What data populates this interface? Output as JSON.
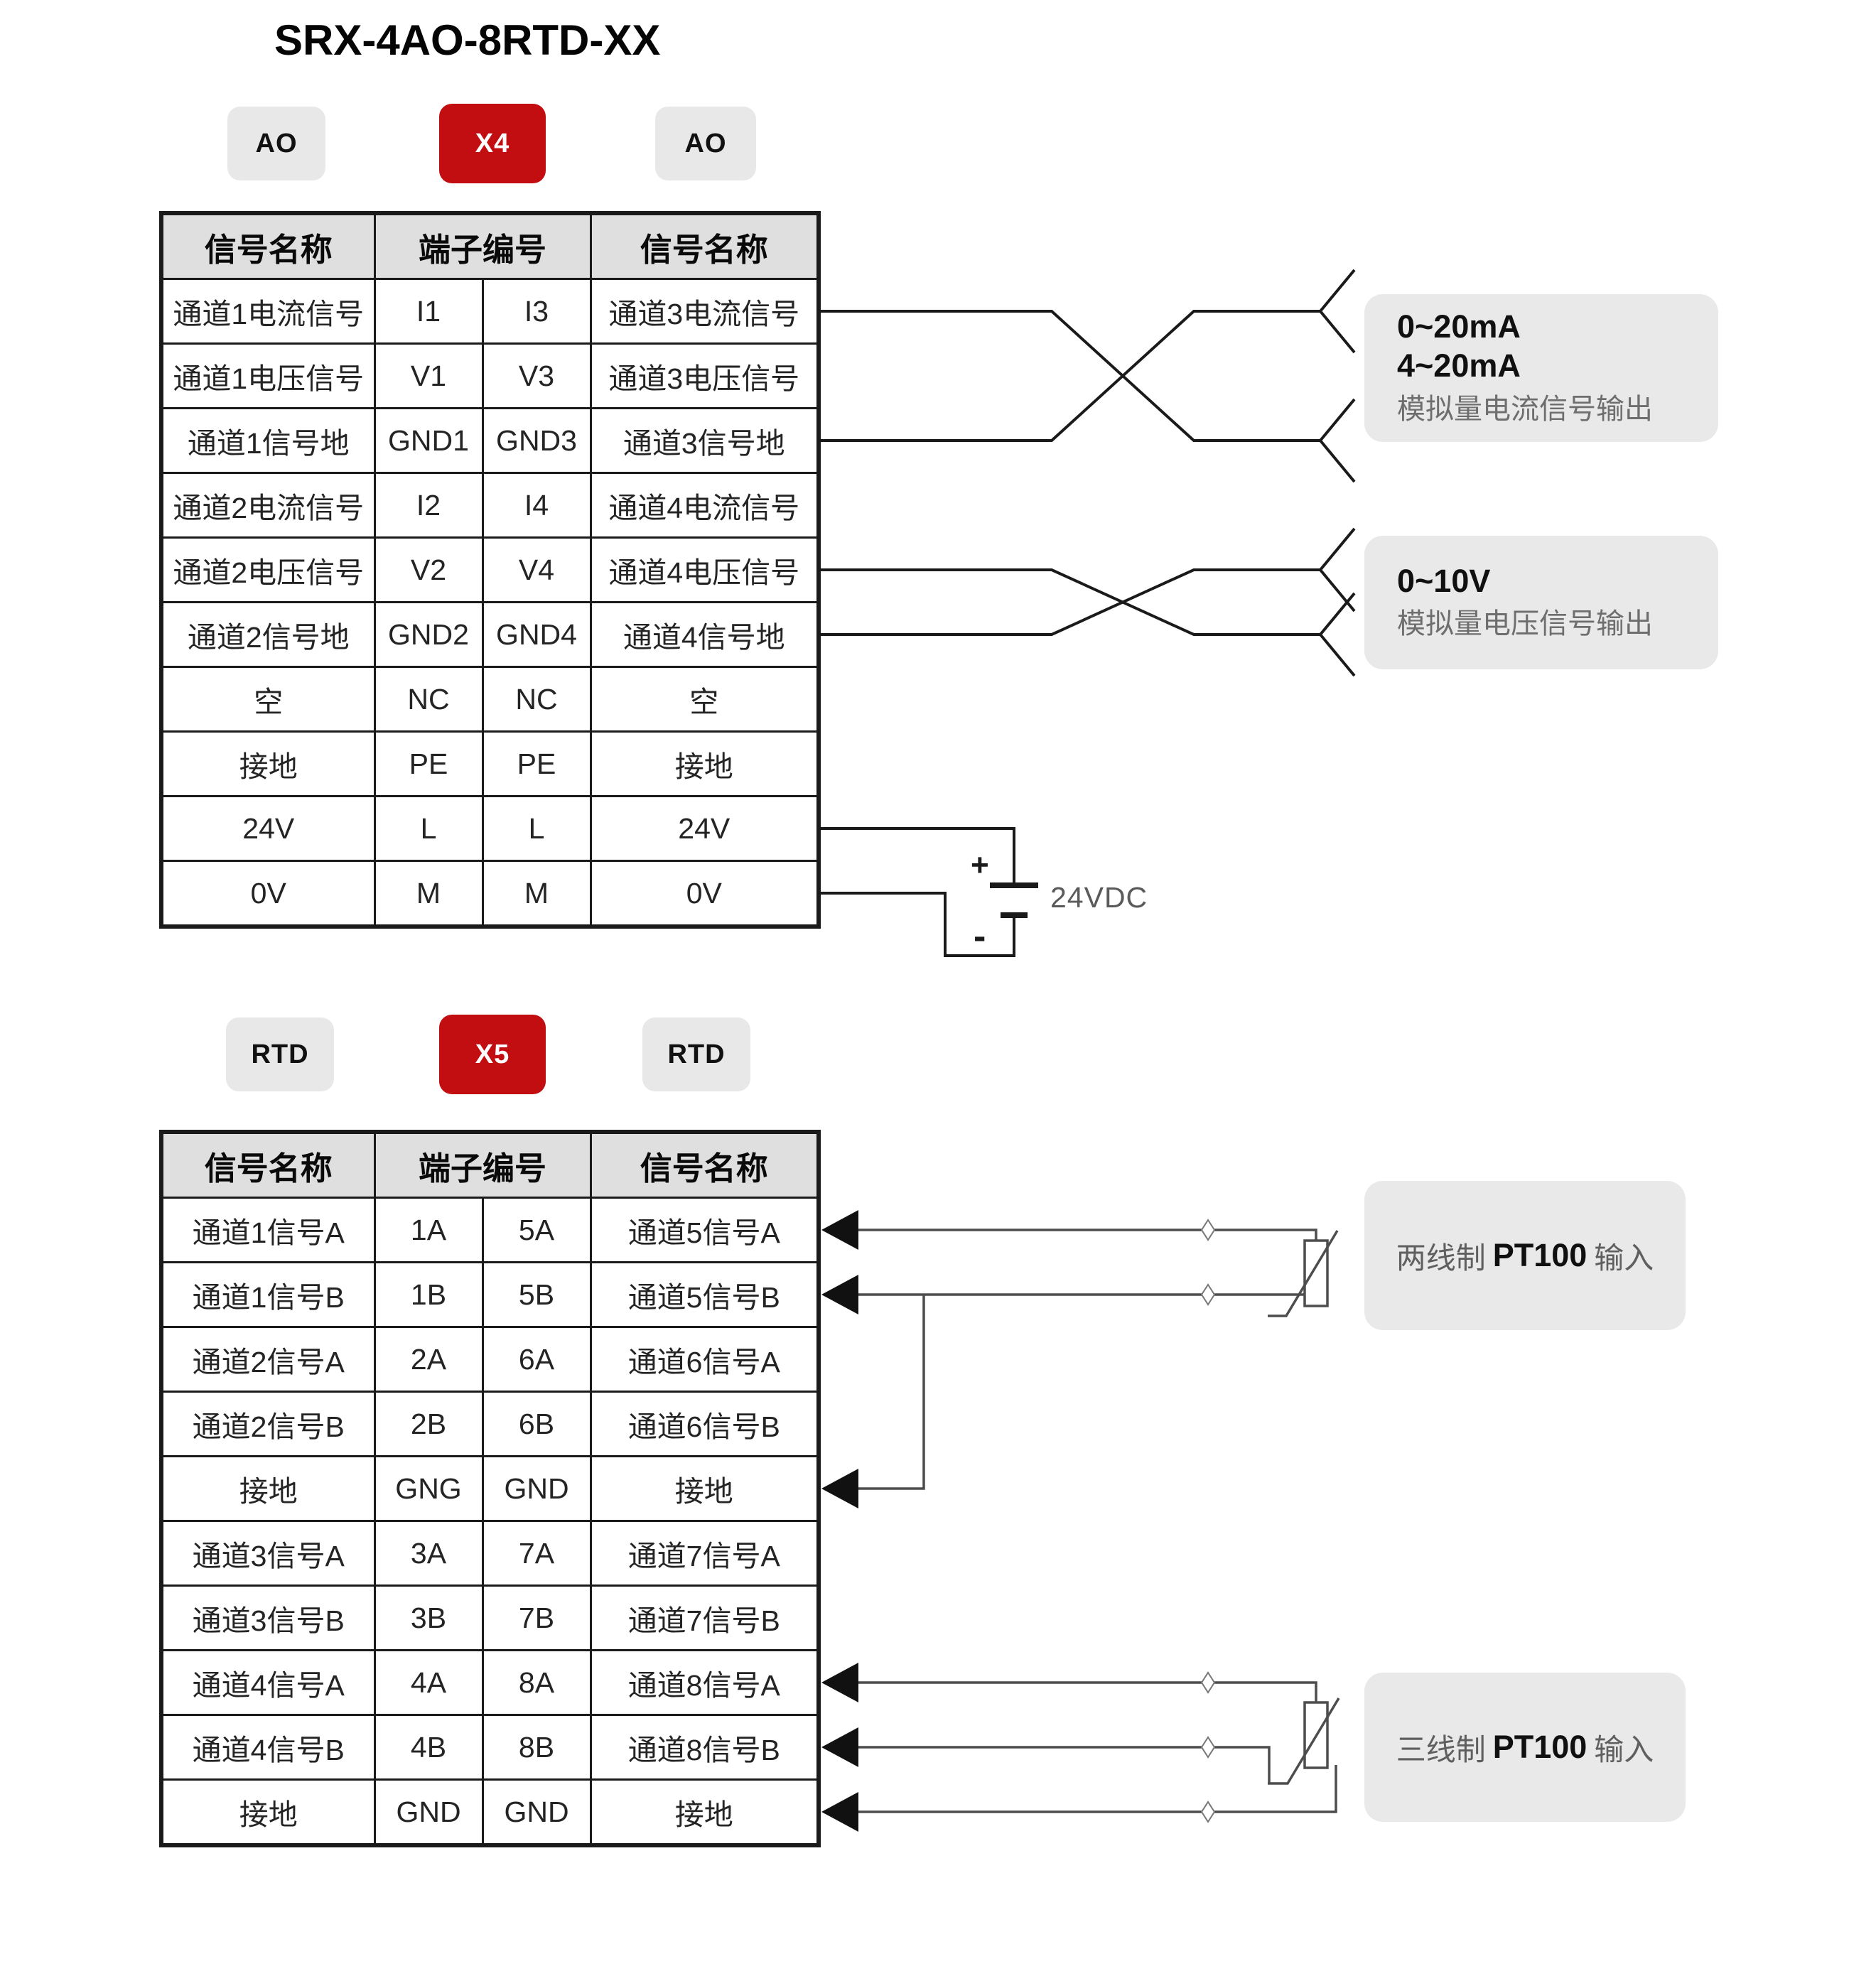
{
  "title": "SRX-4AO-8RTD-XX",
  "colors": {
    "accent_red": "#c20e10",
    "badge_gray": "#e8e8e8",
    "note_gray": "#e9e9e9",
    "table_header_gray": "#dfdfdf",
    "wire_black": "#1a1a1a",
    "wire_gray": "#4d4d4d"
  },
  "ao_section": {
    "badges": {
      "left": "AO",
      "center": "X4",
      "right": "AO"
    },
    "table": {
      "headers": [
        "信号名称",
        "端子编号",
        "信号名称"
      ],
      "rows": [
        [
          "通道1电流信号",
          "I1",
          "I3",
          "通道3电流信号"
        ],
        [
          "通道1电压信号",
          "V1",
          "V3",
          "通道3电压信号"
        ],
        [
          "通道1信号地",
          "GND1",
          "GND3",
          "通道3信号地"
        ],
        [
          "通道2电流信号",
          "I2",
          "I4",
          "通道4电流信号"
        ],
        [
          "通道2电压信号",
          "V2",
          "V4",
          "通道4电压信号"
        ],
        [
          "通道2信号地",
          "GND2",
          "GND4",
          "通道4信号地"
        ],
        [
          "空",
          "NC",
          "NC",
          "空"
        ],
        [
          "接地",
          "PE",
          "PE",
          "接地"
        ],
        [
          "24V",
          "L",
          "L",
          "24V"
        ],
        [
          "0V",
          "M",
          "M",
          "0V"
        ]
      ]
    },
    "notes": {
      "current_output": {
        "line1": "0~20mA",
        "line2": "4~20mA",
        "desc": "模拟量电流信号输出"
      },
      "voltage_output": {
        "line1": "0~10V",
        "desc": "模拟量电压信号输出"
      }
    },
    "battery": {
      "plus": "+",
      "minus": "-",
      "label": "24VDC"
    }
  },
  "rtd_section": {
    "badges": {
      "left": "RTD",
      "center": "X5",
      "right": "RTD"
    },
    "table": {
      "headers": [
        "信号名称",
        "端子编号",
        "信号名称"
      ],
      "rows": [
        [
          "通道1信号A",
          "1A",
          "5A",
          "通道5信号A"
        ],
        [
          "通道1信号B",
          "1B",
          "5B",
          "通道5信号B"
        ],
        [
          "通道2信号A",
          "2A",
          "6A",
          "通道6信号A"
        ],
        [
          "通道2信号B",
          "2B",
          "6B",
          "通道6信号B"
        ],
        [
          "接地",
          "GNG",
          "GND",
          "接地"
        ],
        [
          "通道3信号A",
          "3A",
          "7A",
          "通道7信号A"
        ],
        [
          "通道3信号B",
          "3B",
          "7B",
          "通道7信号B"
        ],
        [
          "通道4信号A",
          "4A",
          "8A",
          "通道8信号A"
        ],
        [
          "通道4信号B",
          "4B",
          "8B",
          "通道8信号B"
        ],
        [
          "接地",
          "GND",
          "GND",
          "接地"
        ]
      ]
    },
    "notes": {
      "two_wire": {
        "prefix": "两线制",
        "bold": "PT100",
        "suffix": "输入"
      },
      "three_wire": {
        "prefix": "三线制",
        "bold": "PT100",
        "suffix": "输入"
      }
    }
  }
}
